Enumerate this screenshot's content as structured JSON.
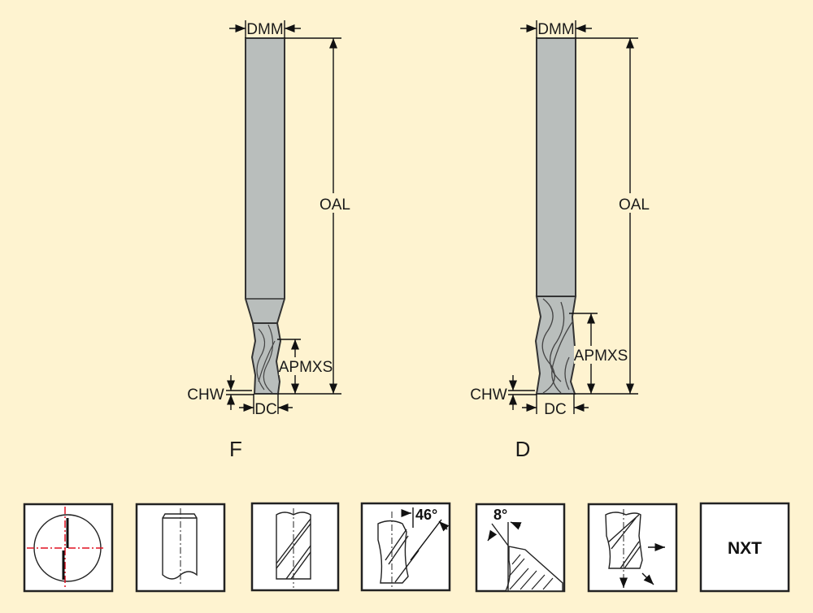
{
  "tool_f": {
    "label": "F",
    "dmm": "DMM",
    "oal": "OAL",
    "apmxs": "APMXS",
    "chw": "CHW",
    "dc": "DC"
  },
  "tool_d": {
    "label": "D",
    "dmm": "DMM",
    "oal": "OAL",
    "apmxs": "APMXS",
    "chw": "CHW",
    "dc": "DC"
  },
  "icons": {
    "center_cutting": "center-cutting-icon",
    "plain_shank": "plain-shank-icon",
    "helix_flute": "helix-flute-icon",
    "helix_angle": "46°",
    "rake_angle": "8°",
    "cutting_directions": "cutting-directions-icon",
    "grade": "NXT"
  },
  "colors": {
    "background": "#fef3d0",
    "tool": "#b9bebc",
    "centerline": "#e01020"
  }
}
